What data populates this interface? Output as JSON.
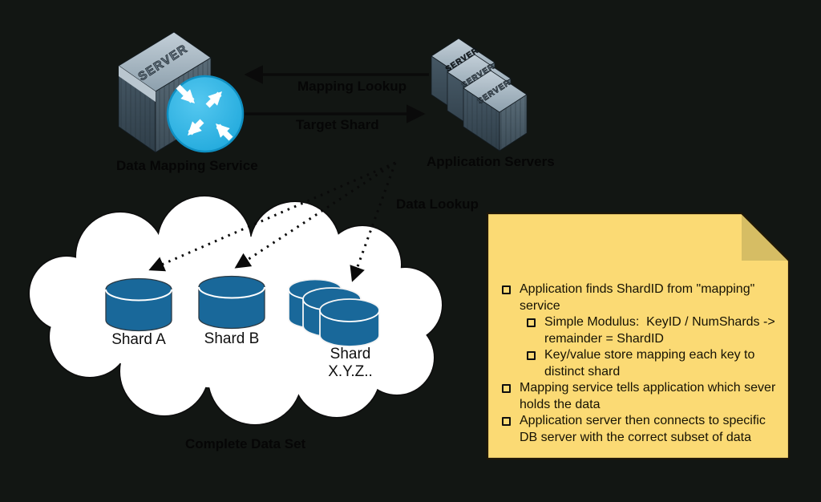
{
  "window": {
    "background": "#121613"
  },
  "colors": {
    "router_accent": "#35b8e8",
    "db_blue": "#19689a",
    "note_yellow": "#fbda74",
    "note_fold": "#d6bd64",
    "cloud_white": "#ffffff",
    "line_black": "#0a0a0a"
  },
  "icons": {
    "server_badge": "SERVER"
  },
  "nodes": {
    "data_mapping_service": "Data Mapping Service",
    "application_servers": "Application Servers"
  },
  "edges": {
    "mapping_lookup": "Mapping Lookup",
    "target_shard": "Target Shard",
    "data_lookup": "Data Lookup"
  },
  "cloud": {
    "label": "Complete Data Set",
    "shard_a": "Shard A",
    "shard_b": "Shard B",
    "shard_xyz_line1": "Shard",
    "shard_xyz_line2": "X.Y.Z.."
  },
  "note": {
    "items": [
      {
        "level": 1,
        "text": "Application finds ShardID from \"mapping\" service"
      },
      {
        "level": 2,
        "text": "Simple Modulus:  KeyID / NumShards -> remainder = ShardID"
      },
      {
        "level": 2,
        "text": "Key/value store mapping each key to distinct shard"
      },
      {
        "level": 1,
        "text": "Mapping service tells application which sever holds the data"
      },
      {
        "level": 1,
        "text": "Application server then connects to specific DB server with the correct subset of data"
      }
    ]
  }
}
